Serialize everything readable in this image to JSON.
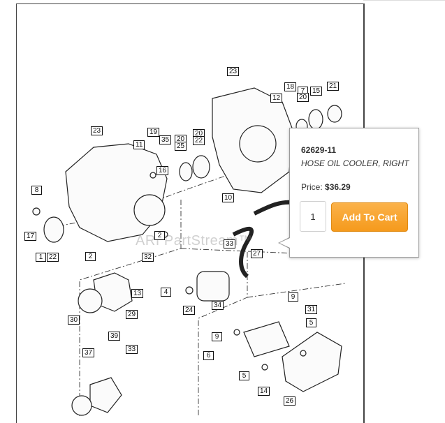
{
  "diagram": {
    "watermark": "ARI PartStream™",
    "callouts": [
      {
        "id": "c23a",
        "label": "23"
      },
      {
        "id": "c18",
        "label": "18"
      },
      {
        "id": "c7",
        "label": "7"
      },
      {
        "id": "c15",
        "label": "15"
      },
      {
        "id": "c21",
        "label": "21"
      },
      {
        "id": "c12",
        "label": "12"
      },
      {
        "id": "c20a",
        "label": "20"
      },
      {
        "id": "c23b",
        "label": "23"
      },
      {
        "id": "c19",
        "label": "19"
      },
      {
        "id": "c20b",
        "label": "20"
      },
      {
        "id": "c20c",
        "label": "20"
      },
      {
        "id": "c11",
        "label": "11"
      },
      {
        "id": "c35",
        "label": "35"
      },
      {
        "id": "c25",
        "label": "25"
      },
      {
        "id": "c22a",
        "label": "22"
      },
      {
        "id": "c16",
        "label": "16"
      },
      {
        "id": "c8",
        "label": "8"
      },
      {
        "id": "c10",
        "label": "10"
      },
      {
        "id": "c17",
        "label": "17"
      },
      {
        "id": "c22b",
        "label": "22"
      },
      {
        "id": "c1",
        "label": "1"
      },
      {
        "id": "c2a",
        "label": "2"
      },
      {
        "id": "c2b",
        "label": "2"
      },
      {
        "id": "c33a",
        "label": "33"
      },
      {
        "id": "c27",
        "label": "27"
      },
      {
        "id": "c32",
        "label": "32"
      },
      {
        "id": "c13",
        "label": "13"
      },
      {
        "id": "c4",
        "label": "4"
      },
      {
        "id": "c29",
        "label": "29"
      },
      {
        "id": "c30",
        "label": "30"
      },
      {
        "id": "c24",
        "label": "24"
      },
      {
        "id": "c34",
        "label": "34"
      },
      {
        "id": "c9a",
        "label": "9"
      },
      {
        "id": "c31",
        "label": "31"
      },
      {
        "id": "c9b",
        "label": "9"
      },
      {
        "id": "c5a",
        "label": "5"
      },
      {
        "id": "c6",
        "label": "6"
      },
      {
        "id": "c39",
        "label": "39"
      },
      {
        "id": "c37",
        "label": "37"
      },
      {
        "id": "c33b",
        "label": "33"
      },
      {
        "id": "c5b",
        "label": "5"
      },
      {
        "id": "c14",
        "label": "14"
      },
      {
        "id": "c26",
        "label": "26"
      }
    ]
  },
  "popup": {
    "part_number": "62629-11",
    "part_name": "HOSE OIL COOLER, RIGHT",
    "price_label": "Price:",
    "price_value": "$36.29",
    "quantity": "1",
    "add_to_cart_label": "Add To Cart"
  },
  "colors": {
    "button": "#f7a42e",
    "border": "#444444"
  }
}
